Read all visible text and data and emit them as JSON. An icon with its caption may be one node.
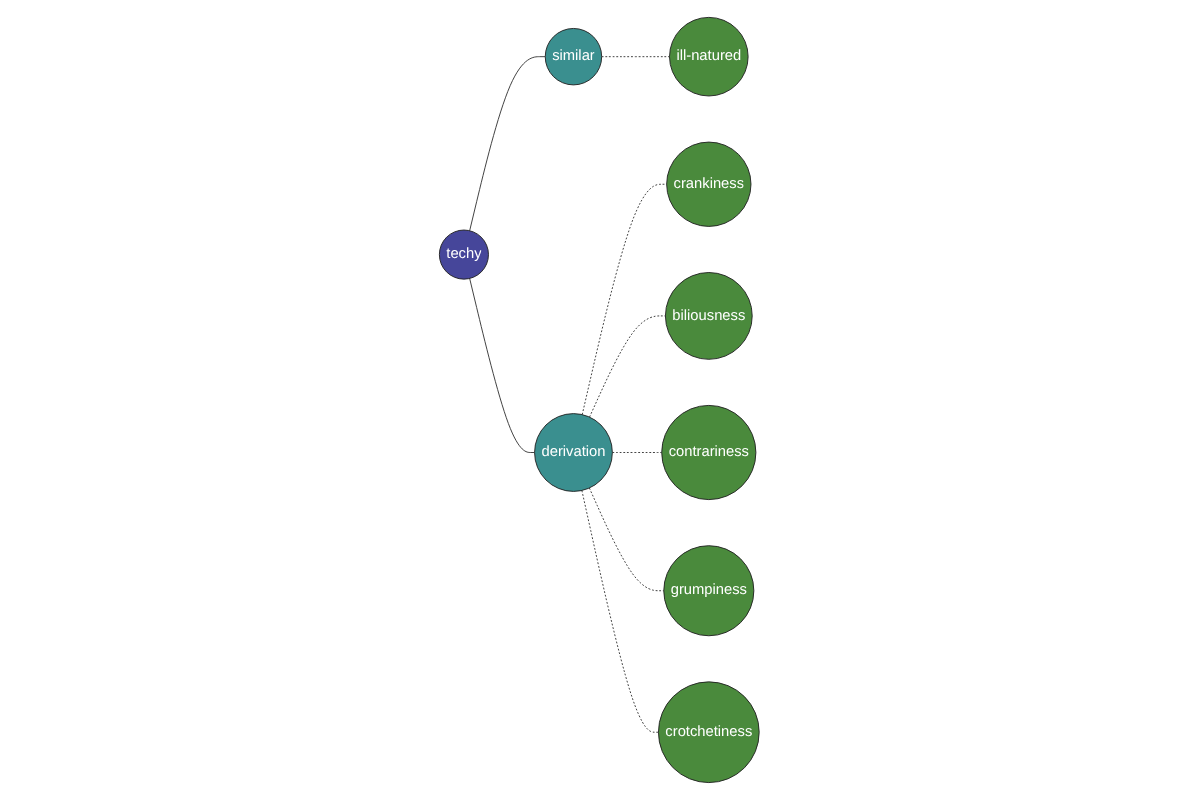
{
  "diagram": {
    "nodes": [
      {
        "text": [
          "ill-natured"
        ]
      },
      {
        "text": [
          "crankiness"
        ]
      },
      {
        "text": [
          "biliousness"
        ]
      },
      {
        "text": [
          "similar"
        ]
      },
      {
        "text": [
          "contrariness"
        ]
      },
      {
        "text": [
          "techy"
        ]
      },
      {
        "text": [
          "derivation"
        ]
      },
      {
        "text": [
          "grumpiness"
        ]
      },
      {
        "text": [
          "crotchetiness"
        ]
      }
    ],
    "edges": [
      {
        "from": 5,
        "to": 3,
        "arrow": "none"
      },
      {
        "from": 3,
        "to": 0,
        "arrow": "none",
        "style": "dashed"
      },
      {
        "from": 5,
        "to": 6,
        "arrow": "none"
      },
      {
        "from": 6,
        "to": 1,
        "arrow": "none",
        "style": "dashed"
      },
      {
        "from": 6,
        "to": 2,
        "arrow": "none",
        "style": "dashed"
      },
      {
        "from": 6,
        "to": 4,
        "arrow": "none",
        "style": "dashed"
      },
      {
        "from": 6,
        "to": 7,
        "arrow": "none",
        "style": "dashed"
      },
      {
        "from": 6,
        "to": 8,
        "arrow": "none",
        "style": "dashed"
      }
    ]
  }
}
